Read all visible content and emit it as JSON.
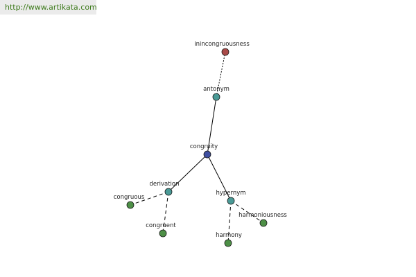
{
  "source": {
    "url": "http://www.artikata.com",
    "color": "#3c7a1a"
  },
  "graph": {
    "node_colors": {
      "root": "#3f4fa0",
      "relation": "#4a9a96",
      "antonym_word": "#a94a48",
      "related_word": "#4d8f46"
    },
    "nodes": [
      {
        "id": "inincongruousness",
        "label": "inincongruousness",
        "kind": "antonym_word"
      },
      {
        "id": "antonym",
        "label": "antonym",
        "kind": "relation"
      },
      {
        "id": "congruity",
        "label": "congruity",
        "kind": "root"
      },
      {
        "id": "derivation",
        "label": "derivation",
        "kind": "relation"
      },
      {
        "id": "hypernym",
        "label": "hypernym",
        "kind": "relation"
      },
      {
        "id": "congruous",
        "label": "congruous",
        "kind": "related_word"
      },
      {
        "id": "congruent",
        "label": "congruent",
        "kind": "related_word"
      },
      {
        "id": "harmoniousness",
        "label": "harmoniousness",
        "kind": "related_word"
      },
      {
        "id": "harmony",
        "label": "harmony",
        "kind": "related_word"
      }
    ],
    "edges": [
      {
        "from": "antonym",
        "to": "inincongruousness",
        "style": "dotted"
      },
      {
        "from": "congruity",
        "to": "antonym",
        "style": "solid"
      },
      {
        "from": "congruity",
        "to": "derivation",
        "style": "solid"
      },
      {
        "from": "congruity",
        "to": "hypernym",
        "style": "solid"
      },
      {
        "from": "derivation",
        "to": "congruous",
        "style": "dashed"
      },
      {
        "from": "derivation",
        "to": "congruent",
        "style": "dashed"
      },
      {
        "from": "hypernym",
        "to": "harmoniousness",
        "style": "dashed"
      },
      {
        "from": "hypernym",
        "to": "harmony",
        "style": "dashed"
      }
    ]
  }
}
